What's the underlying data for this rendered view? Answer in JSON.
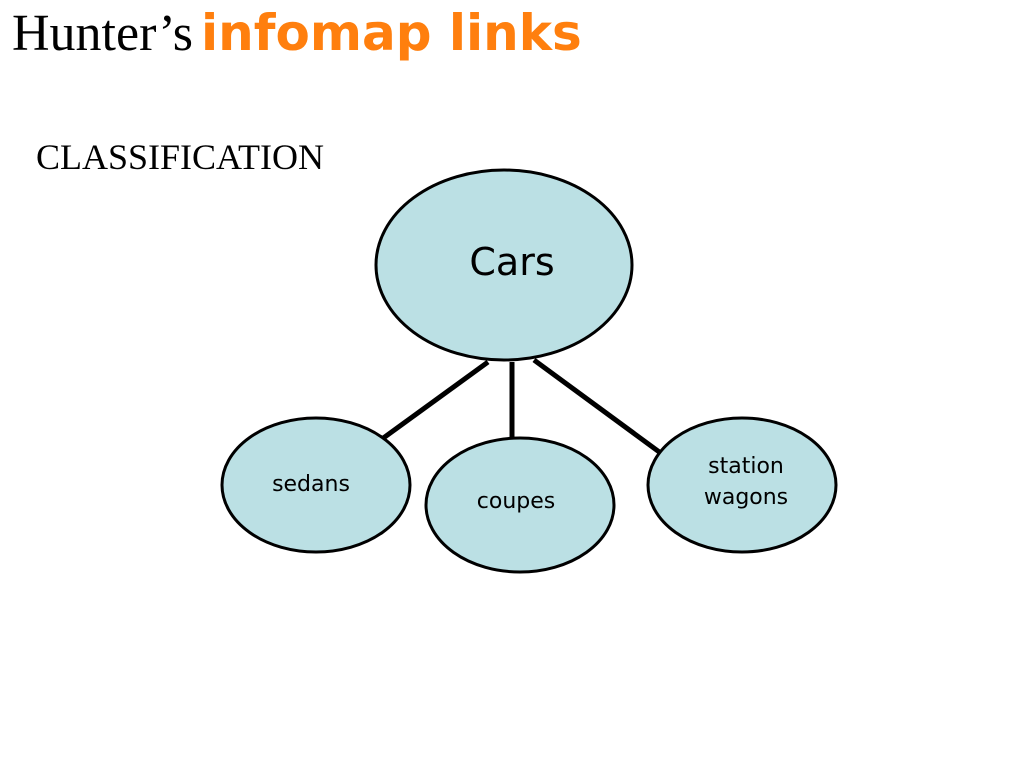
{
  "slide": {
    "title_prefix": "Hunter’s",
    "title_highlight": "infomap links",
    "subtitle": "CLASSIFICATION"
  },
  "colors": {
    "highlight": "#ff7f0e",
    "node_fill": "#bbe0e4",
    "stroke": "#000000"
  },
  "diagram": {
    "root": {
      "label": "Cars"
    },
    "children": [
      {
        "label_lines": [
          "sedans"
        ]
      },
      {
        "label_lines": [
          "coupes"
        ]
      },
      {
        "label_lines": [
          "station",
          "wagons"
        ]
      }
    ]
  }
}
